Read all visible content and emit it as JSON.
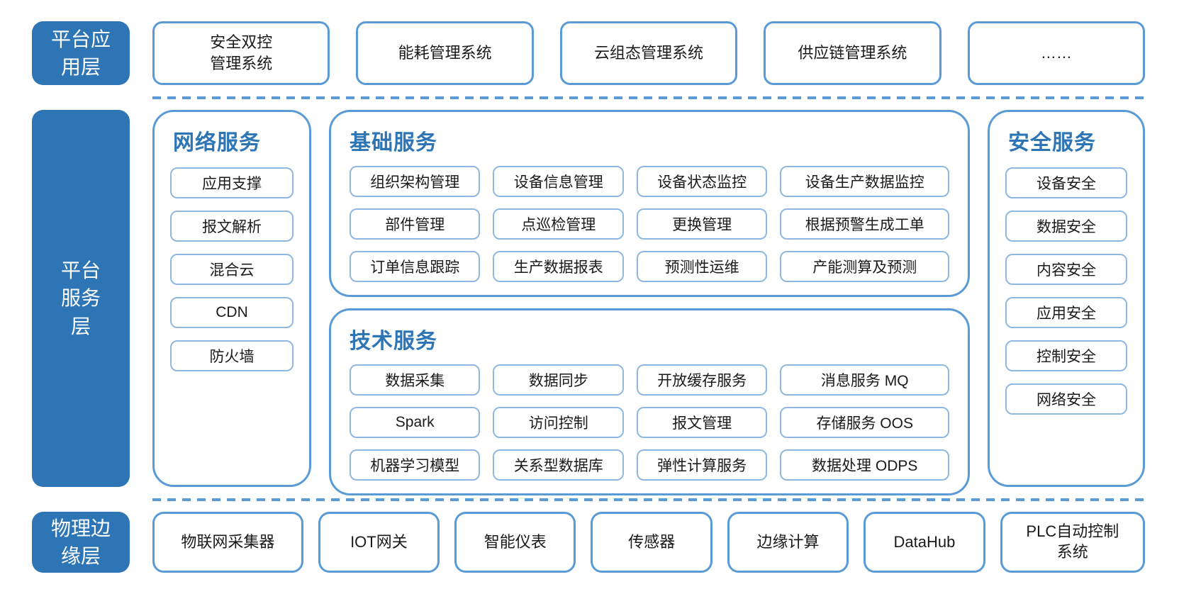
{
  "colors": {
    "layer_label_fill": "#2E75B6",
    "layer_label_text": "#ffffff",
    "panel_border": "#5B9BD5",
    "item_border": "#8FB8E0",
    "section_title_text": "#2E75B6",
    "body_text": "#1a1a1a",
    "dashed_divider": "#5B9BD5",
    "background": "#ffffff"
  },
  "application_layer": {
    "label": "平台应\n用层",
    "systems": [
      "安全双控\n管理系统",
      "能耗管理系统",
      "云组态管理系统",
      "供应链管理系统",
      "……"
    ]
  },
  "platform_service_layer": {
    "label": "平台\n服务\n层",
    "network_services": {
      "title": "网络服务",
      "items": [
        "应用支撑",
        "报文解析",
        "混合云",
        "CDN",
        "防火墙"
      ]
    },
    "basic_services": {
      "title": "基础服务",
      "rows": [
        [
          "组织架构管理",
          "设备信息管理",
          "设备状态监控",
          "设备生产数据监控"
        ],
        [
          "部件管理",
          "点巡检管理",
          "更换管理",
          "根据预警生成工单"
        ],
        [
          "订单信息跟踪",
          "生产数据报表",
          "预测性运维",
          "产能测算及预测"
        ]
      ]
    },
    "technical_services": {
      "title": "技术服务",
      "rows": [
        [
          "数据采集",
          "数据同步",
          "开放缓存服务",
          "消息服务 MQ"
        ],
        [
          "Spark",
          "访问控制",
          "报文管理",
          "存储服务 OOS"
        ],
        [
          "机器学习模型",
          "关系型数据库",
          "弹性计算服务",
          "数据处理 ODPS"
        ]
      ]
    },
    "security_services": {
      "title": "安全服务",
      "items": [
        "设备安全",
        "数据安全",
        "内容安全",
        "应用安全",
        "控制安全",
        "网络安全"
      ]
    }
  },
  "physical_edge_layer": {
    "label": "物理边\n缘层",
    "devices": [
      "物联网采集器",
      "IOT网关",
      "智能仪表",
      "传感器",
      "边缘计算",
      "DataHub",
      "PLC自动控制\n系统"
    ]
  }
}
